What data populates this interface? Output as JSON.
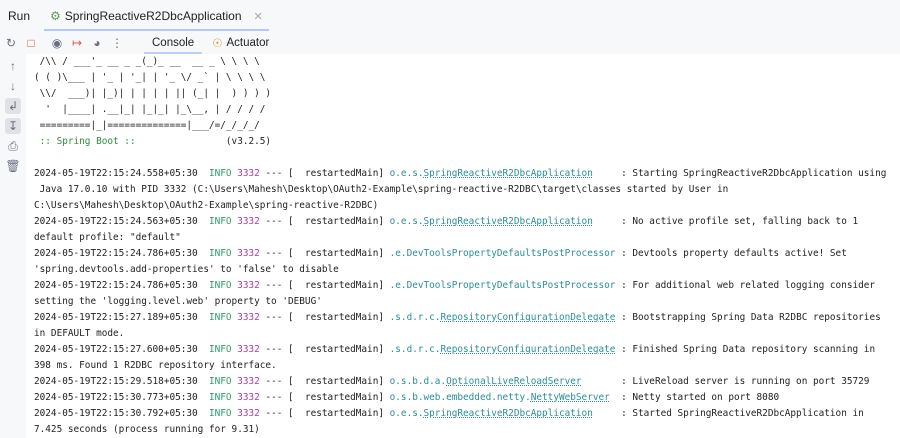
{
  "header": {
    "run_label": "Run",
    "tab_label": "SpringReactiveR2DbcApplication"
  },
  "toolbar": {
    "console_tab": "Console",
    "actuator_tab": "Actuator"
  },
  "banner": [
    " /\\\\ / ___'_ __ _ _(_)_ __  __ _ \\ \\ \\ \\",
    "( ( )\\___ | '_ | '_| | '_ \\/ _` | \\ \\ \\ \\",
    " \\\\/  ___)| |_)| | | | | || (_| |  ) ) ) )",
    "  '  |____| .__|_| |_|_| |_\\__, | / / / /",
    " =========|_|==============|___/=/_/_/_/"
  ],
  "boot_label": " :: Spring Boot :: ",
  "boot_version": "               (v3.2.5)",
  "logs": [
    {
      "ts": "2024-05-19T22:15:24.558+05:30",
      "level": "INFO",
      "pid": "3332",
      "thread": "--- [  restartedMain]",
      "pre": "o.e.s.",
      "cls": "SpringReactiveR2DbcApplication",
      "pad": "     ",
      "msg": ": Starting SpringReactiveR2DbcApplication using",
      "cont": [
        " Java 17.0.10 with PID 3332 (C:\\Users\\Mahesh\\Desktop\\OAuth2-Example\\spring-reactive-R2DBC\\target\\classes started by User in",
        "C:\\Users\\Mahesh\\Desktop\\OAuth2-Example\\spring-reactive-R2DBC)"
      ]
    },
    {
      "ts": "2024-05-19T22:15:24.563+05:30",
      "level": "INFO",
      "pid": "3332",
      "thread": "--- [  restartedMain]",
      "pre": "o.e.s.",
      "cls": "SpringReactiveR2DbcApplication",
      "pad": "     ",
      "msg": ": No active profile set, falling back to 1",
      "cont": [
        "default profile: \"default\""
      ]
    },
    {
      "ts": "2024-05-19T22:15:24.786+05:30",
      "level": "INFO",
      "pid": "3332",
      "thread": "--- [  restartedMain]",
      "pre": ".e.DevToolsPropertyDefaultsPostProcessor",
      "cls": "",
      "pad": " ",
      "msg": ": Devtools property defaults active! Set",
      "cont": [
        "'spring.devtools.add-properties' to 'false' to disable"
      ]
    },
    {
      "ts": "2024-05-19T22:15:24.786+05:30",
      "level": "INFO",
      "pid": "3332",
      "thread": "--- [  restartedMain]",
      "pre": ".e.DevToolsPropertyDefaultsPostProcessor",
      "cls": "",
      "pad": " ",
      "msg": ": For additional web related logging consider",
      "cont": [
        "setting the 'logging.level.web' property to 'DEBUG'"
      ]
    },
    {
      "ts": "2024-05-19T22:15:27.189+05:30",
      "level": "INFO",
      "pid": "3332",
      "thread": "--- [  restartedMain]",
      "pre": ".s.d.r.c.",
      "cls": "RepositoryConfigurationDelegate",
      "pad": " ",
      "msg": ": Bootstrapping Spring Data R2DBC repositories",
      "cont": [
        "in DEFAULT mode."
      ]
    },
    {
      "ts": "2024-05-19T22:15:27.600+05:30",
      "level": "INFO",
      "pid": "3332",
      "thread": "--- [  restartedMain]",
      "pre": ".s.d.r.c.",
      "cls": "RepositoryConfigurationDelegate",
      "pad": " ",
      "msg": ": Finished Spring Data repository scanning in",
      "cont": [
        "398 ms. Found 1 R2DBC repository interface."
      ]
    },
    {
      "ts": "2024-05-19T22:15:29.518+05:30",
      "level": "INFO",
      "pid": "3332",
      "thread": "--- [  restartedMain]",
      "pre": "o.s.b.d.a.",
      "cls": "OptionalLiveReloadServer",
      "pad": "       ",
      "msg": ": LiveReload server is running on port 35729",
      "cont": []
    },
    {
      "ts": "2024-05-19T22:15:30.773+05:30",
      "level": "INFO",
      "pid": "3332",
      "thread": "--- [  restartedMain]",
      "pre": "o.s.b.web.embedded.netty.",
      "cls": "NettyWebServer",
      "pad": "  ",
      "msg": ": Netty started on port 8080",
      "cont": []
    },
    {
      "ts": "2024-05-19T22:15:30.792+05:30",
      "level": "INFO",
      "pid": "3332",
      "thread": "--- [  restartedMain]",
      "pre": "o.e.s.",
      "cls": "SpringReactiveR2DbcApplication",
      "pad": "     ",
      "msg": ": Started SpringReactiveR2DbcApplication in",
      "cont": [
        "7.425 seconds (process running for 9.31)"
      ]
    }
  ]
}
